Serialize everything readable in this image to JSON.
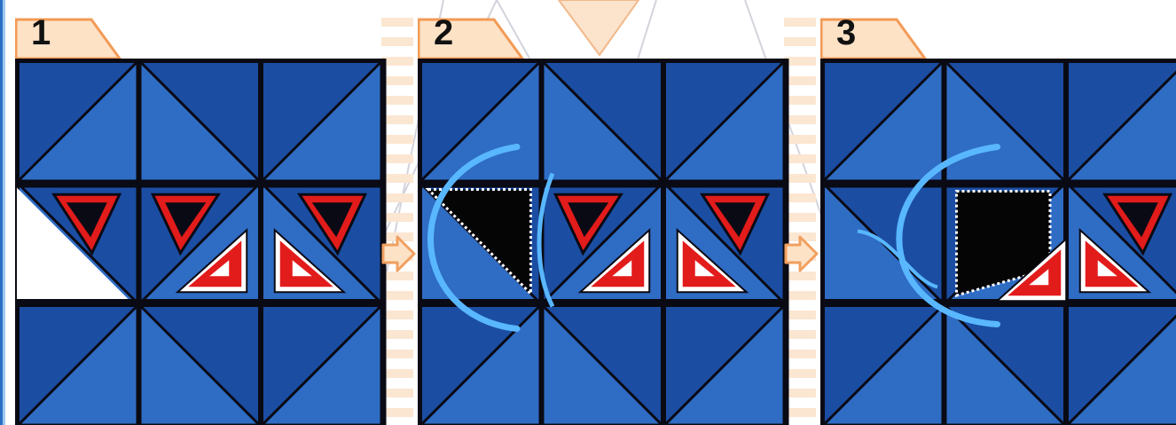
{
  "steps": [
    {
      "label": "1",
      "state": "initial"
    },
    {
      "label": "2",
      "state": "first-tile-hit"
    },
    {
      "label": "3",
      "state": "second-tile-hit"
    }
  ],
  "colors": {
    "tile_light": "#2f6cc4",
    "tile_dark": "#1b4ea3",
    "grid_line": "#0a0a14",
    "marker_red": "#e21b1b",
    "marker_white": "#ffffff",
    "hole": "#050505",
    "glow": "#59b7ff",
    "tab_fill": "#fde2c6",
    "tab_border": "#f29a55",
    "arrow_fill": "#fde2c6",
    "arrow_border": "#f0a060"
  }
}
